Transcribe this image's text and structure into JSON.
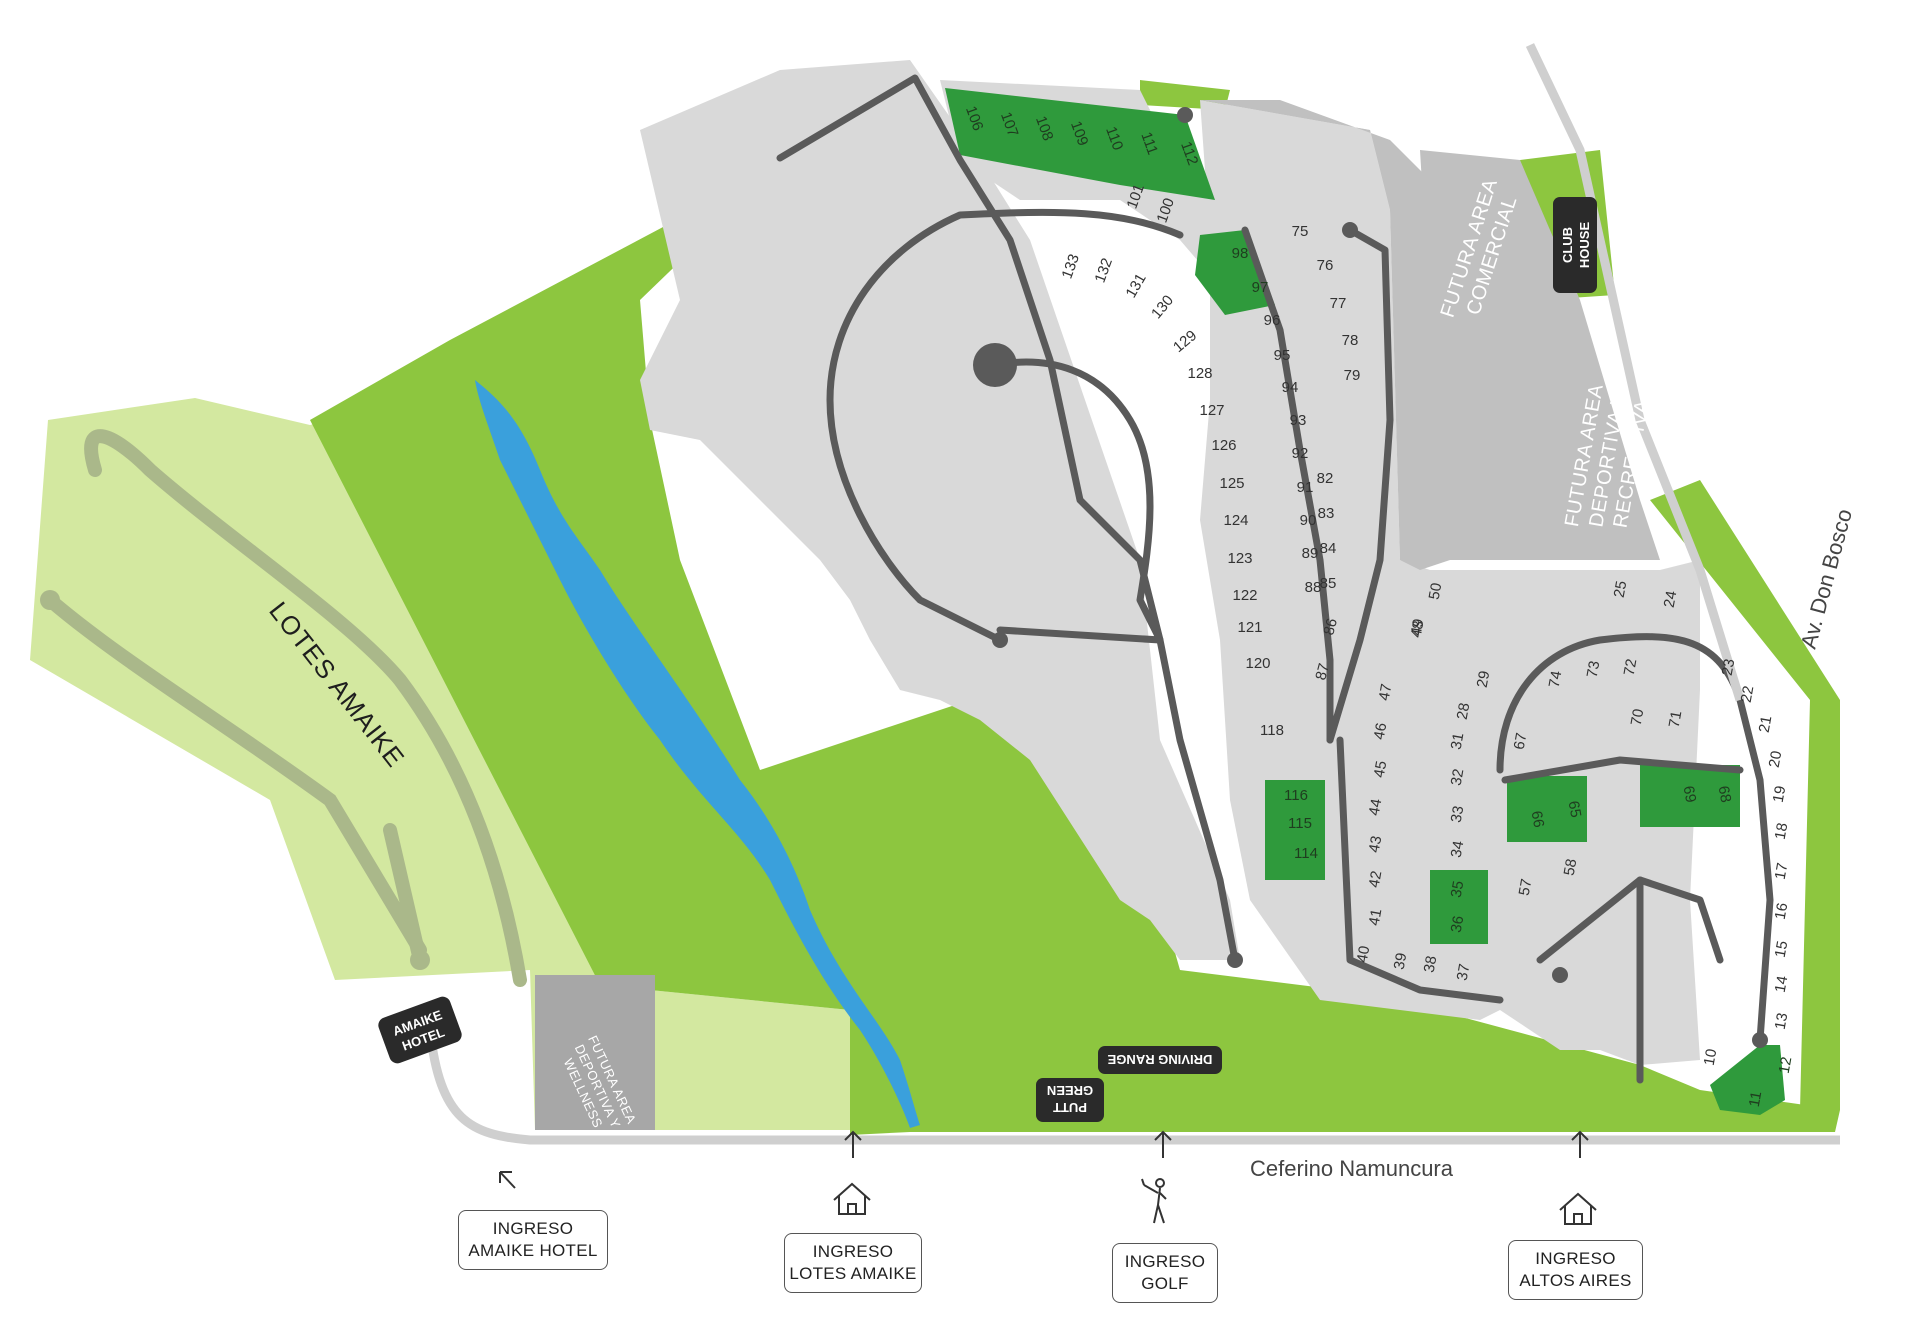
{
  "areas": {
    "lotes_amaike": "LOTES AMAIKE",
    "futura_comercial": [
      "FUTURA AREA",
      "COMERCIAL"
    ],
    "futura_deportiva": [
      "FUTURA AREA",
      "DEPORTIVA Y",
      "RECREATIVA"
    ],
    "futura_wellness": [
      "FUTURA AREA",
      "DEPORTIVA Y",
      "WELLNESS"
    ]
  },
  "badges": {
    "amaike_hotel": [
      "AMAIKE",
      "HOTEL"
    ],
    "driving_range": "DRIVING RANGE",
    "putting_green": [
      "PUTT",
      "GREEN"
    ],
    "club_house": [
      "CLUB",
      "HOUSE"
    ]
  },
  "streets": {
    "ceferino": "Ceferino Namuncura",
    "don_bosco": "Av. Don Bosco"
  },
  "entrances": [
    {
      "line1": "INGRESO",
      "line2": "AMAIKE HOTEL",
      "icon": "arrow-icon"
    },
    {
      "line1": "INGRESO",
      "line2": "LOTES AMAIKE",
      "icon": "house-icon"
    },
    {
      "line1": "INGRESO",
      "line2": "GOLF",
      "icon": "golfer-icon"
    },
    {
      "line1": "INGRESO",
      "line2": "ALTOS AIRES",
      "icon": "house-icon"
    }
  ],
  "lots_sold": [
    "106",
    "107",
    "108",
    "109",
    "110",
    "111",
    "112",
    "98",
    "97",
    "116",
    "115",
    "114",
    "35",
    "36",
    "66",
    "65",
    "69",
    "68",
    "11",
    "12"
  ],
  "lots_available": [
    "101",
    "100",
    "75",
    "76",
    "77",
    "78",
    "79",
    "96",
    "95",
    "94",
    "93",
    "92",
    "91",
    "90",
    "89",
    "88",
    "82",
    "83",
    "84",
    "85",
    "86",
    "87",
    "133",
    "132",
    "131",
    "130",
    "129",
    "128",
    "127",
    "126",
    "125",
    "124",
    "123",
    "122",
    "121",
    "120",
    "118",
    "50",
    "49",
    "48",
    "47",
    "46",
    "45",
    "44",
    "43",
    "42",
    "41",
    "40",
    "39",
    "38",
    "37",
    "29",
    "28",
    "31",
    "32",
    "33",
    "34",
    "57",
    "58",
    "67",
    "74",
    "73",
    "72",
    "70",
    "71",
    "25",
    "24",
    "23",
    "22",
    "21",
    "20",
    "19",
    "18",
    "17",
    "16",
    "15",
    "14",
    "13",
    "10"
  ],
  "colors": {
    "golf_green": "#8dc63f",
    "light_green": "#d3e8a0",
    "sold_lot": "#2f9a3c",
    "lot_gray": "#d9d9d9",
    "road": "#5a5a5a",
    "water": "#3aa0dc",
    "future_area": "#a7a7a7"
  }
}
